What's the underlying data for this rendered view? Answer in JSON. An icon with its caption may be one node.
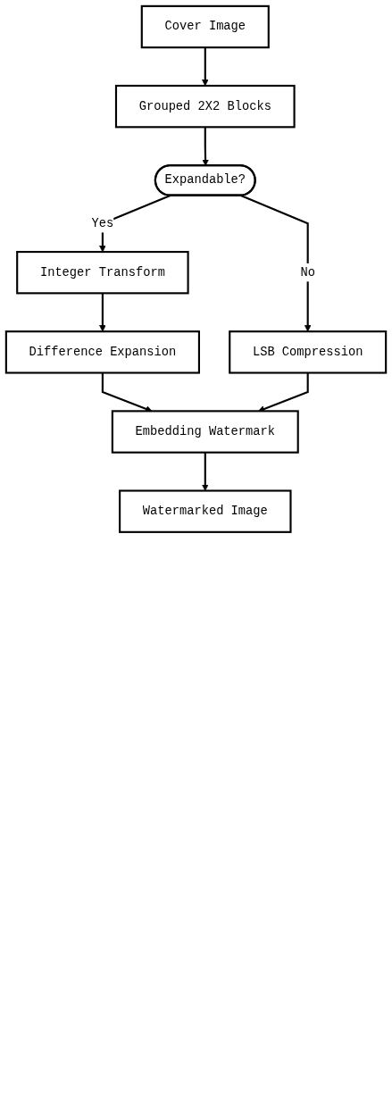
{
  "diagram": {
    "nodes": [
      {
        "text": [
          "Cover Image"
        ]
      },
      {
        "text": [
          "Grouped 2X2 Blocks"
        ]
      },
      {
        "text": [
          "Expandable?"
        ]
      },
      {
        "text": [
          "Integer Transform"
        ]
      },
      {
        "text": [
          "LSB Compression"
        ]
      },
      {
        "text": [
          "Difference Expansion"
        ]
      },
      {
        "text": [
          "Embedding Watermark"
        ]
      },
      {
        "text": [
          "Watermarked Image"
        ]
      }
    ],
    "edges": [
      {
        "from": 0,
        "to": 1,
        "arrow": "to"
      },
      {
        "from": 1,
        "to": 2,
        "arrow": "to"
      },
      {
        "from": 2,
        "to": 3,
        "arrow": "to",
        "label": "Yes"
      },
      {
        "from": 2,
        "to": 4,
        "arrow": "to",
        "label": "No"
      },
      {
        "from": 3,
        "to": 5,
        "arrow": "to"
      },
      {
        "from": 5,
        "to": 6,
        "arrow": "to"
      },
      {
        "from": 4,
        "to": 6,
        "arrow": "to"
      },
      {
        "from": 6,
        "to": 7,
        "arrow": "to"
      }
    ]
  }
}
